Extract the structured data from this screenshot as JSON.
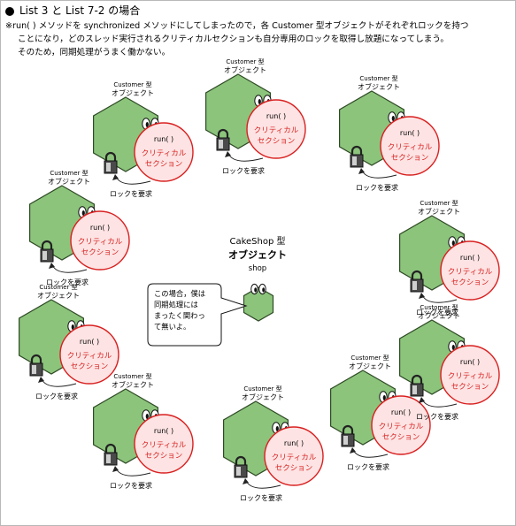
{
  "header": {
    "title": "List 3 と List 7-2 の場合",
    "note_lines": [
      "※run( ) メソッドを synchronized メソッドにしてしまったので，各 Customer 型オブジェクトがそれぞれロックを持つ",
      "ことになり，どのスレッド実行されるクリティカルセクションも自分専用のロックを取得し放題になってしまう。",
      "そのため，同期処理がうまく働かない。"
    ]
  },
  "labels": {
    "customer_line1": "Customer 型",
    "customer_line2": "オブジェクト",
    "method": "run( )",
    "critical_line1": "クリティカル",
    "critical_line2": "セクション",
    "lock_request": "ロックを要求"
  },
  "shop": {
    "title_line1": "CakeShop 型",
    "title_line2": "オブジェクト",
    "name": "shop",
    "bubble_lines": [
      "この場合，僕は",
      "同期処理には",
      "まったく関わっ",
      "て無いよ。"
    ]
  },
  "colors": {
    "hexagon_fill": "#8cc47c",
    "hexagon_stroke": "#2e4a24",
    "circle_fill": "#fde3e3",
    "circle_stroke": "#d92020",
    "critical_text": "#d92020"
  },
  "icons": [
    "padlock-icon",
    "eye-icon",
    "curved-arrow-icon"
  ],
  "customers_count_label": ""
}
